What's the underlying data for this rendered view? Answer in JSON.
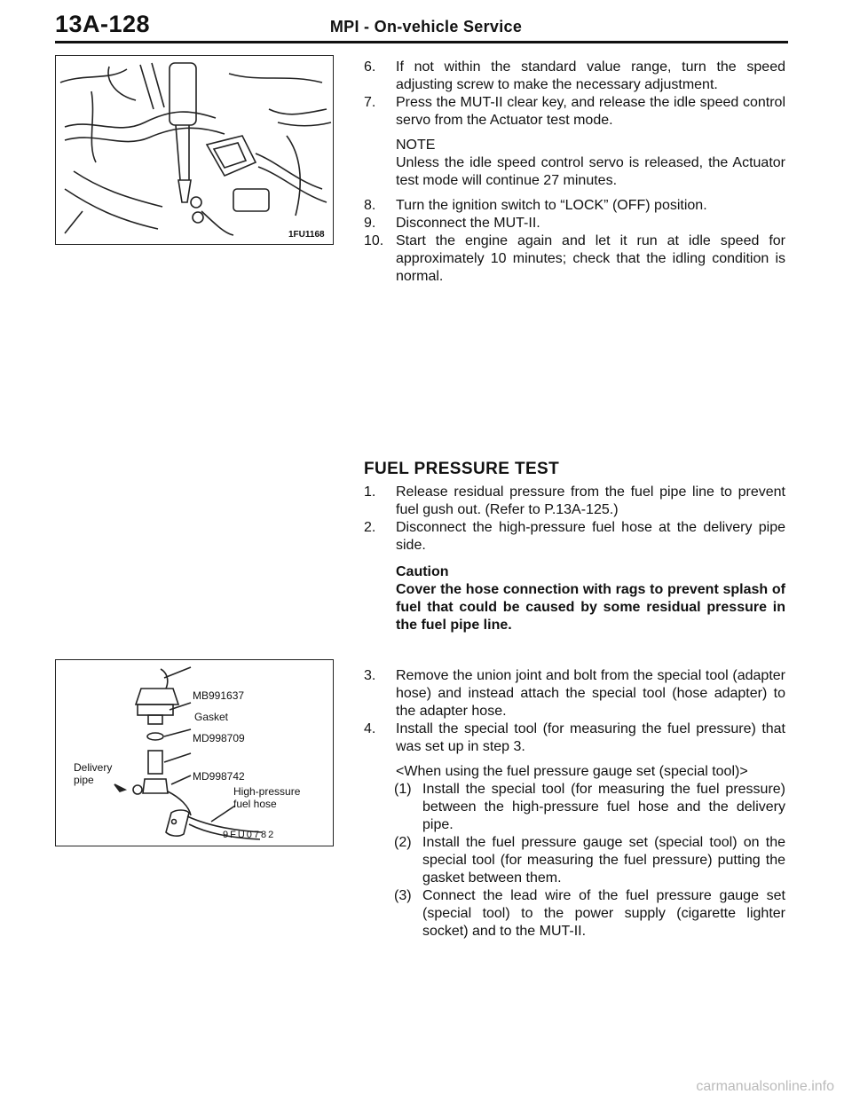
{
  "header": {
    "page_number": "13A-128",
    "section_title": "MPI - On-vehicle Service"
  },
  "figure_top": {
    "code": "1FU1168"
  },
  "steps_a": [
    {
      "num": "6.",
      "text": "If not within the standard value range, turn the speed adjusting screw to make the necessary adjustment."
    },
    {
      "num": "7.",
      "text": "Press the MUT-II clear key, and release the idle speed control servo from the Actuator test mode."
    }
  ],
  "note": {
    "heading": "NOTE",
    "text": "Unless the idle speed control servo is released, the Actuator test mode will continue 27 minutes."
  },
  "steps_b": [
    {
      "num": "8.",
      "text": "Turn the ignition switch to “LOCK” (OFF) position."
    },
    {
      "num": "9.",
      "text": "Disconnect the MUT-II."
    },
    {
      "num": "10.",
      "text": "Start the engine again and let it run at idle speed for approximately 10 minutes; check that the idling condition is normal."
    }
  ],
  "fuel_test": {
    "heading": "FUEL PRESSURE TEST",
    "steps": [
      {
        "num": "1.",
        "text": "Release residual pressure from the fuel pipe line to prevent fuel gush out. (Refer to P.13A-125.)"
      },
      {
        "num": "2.",
        "text": "Disconnect the high-pressure fuel hose at the delivery pipe side."
      }
    ],
    "caution_heading": "Caution",
    "caution_text": "Cover the hose connection with rags to prevent splash of fuel that could be caused by some residual pressure in the fuel pipe line."
  },
  "steps_c": [
    {
      "num": "3.",
      "text": "Remove the union joint and bolt from the special tool (adapter hose) and instead attach the special tool (hose adapter) to the adapter hose."
    },
    {
      "num": "4.",
      "text": "Install the special tool (for measuring the fuel pressure) that was set up in step 3."
    }
  ],
  "gauge_set": {
    "heading": "<When using the fuel pressure gauge set (special tool)>",
    "items": [
      {
        "num": "(1)",
        "text": "Install the special tool (for measuring the fuel pressure) between the high-pressure fuel hose and the delivery pipe."
      },
      {
        "num": "(2)",
        "text": "Install the fuel pressure gauge set (special tool) on the special tool (for measuring the fuel pressure) putting the gasket between them."
      },
      {
        "num": "(3)",
        "text": "Connect the lead wire of the fuel pressure gauge set (special tool) to the power supply (cigarette lighter socket) and to the MUT-II."
      }
    ]
  },
  "figure_bottom": {
    "labels": {
      "mb": "MB991637",
      "gasket": "Gasket",
      "md709": "MD998709",
      "md742": "MD998742",
      "delivery_1": "Delivery",
      "delivery_2": "pipe",
      "hp_1": "High-pressure",
      "hp_2": "fuel hose"
    },
    "code": "9FU0782"
  },
  "footer": {
    "text": "carmanualsonline.info"
  }
}
